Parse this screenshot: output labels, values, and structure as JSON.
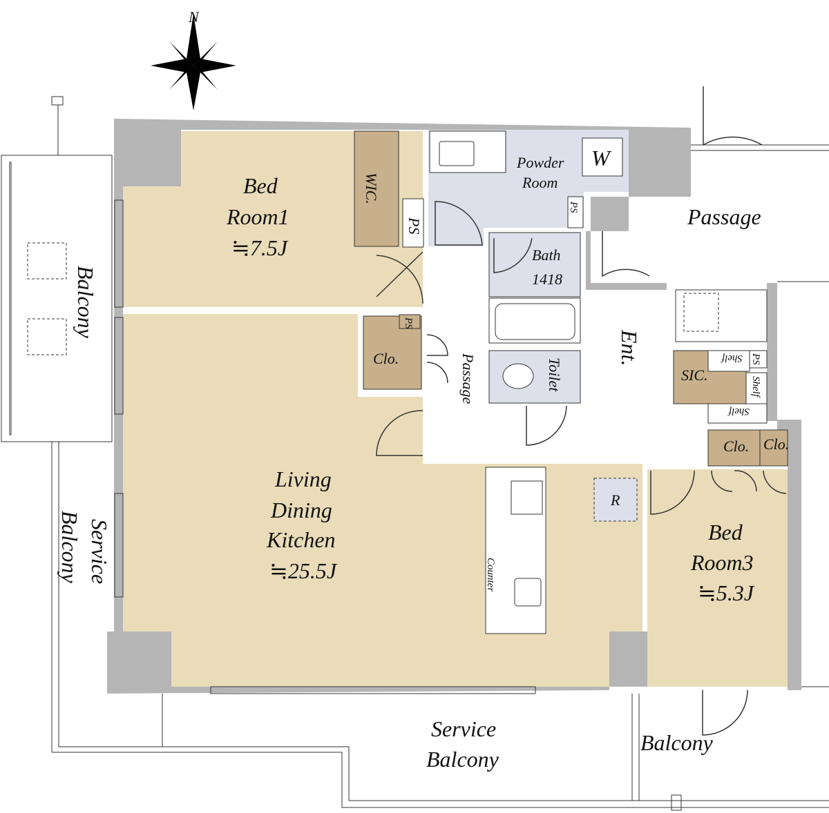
{
  "compass": {
    "label": "N"
  },
  "colors": {
    "room": "#eadcb9",
    "closet": "#c7b08b",
    "wet": "#dde0ea",
    "wall": "#b5b5b5"
  },
  "rooms": {
    "bedroom1": {
      "line1": "Bed",
      "line2": "Room1",
      "size": "≒7.5J"
    },
    "wic": "WIC.",
    "ps1": "PS",
    "ps2": "PS",
    "ps3": "PS",
    "ps4": "PS",
    "powder": {
      "line1": "Powder",
      "line2": "Room"
    },
    "washer": "W",
    "bath": {
      "line1": "Bath",
      "line2": "1418"
    },
    "toilet": "Toilet",
    "passage_inner": "Passage",
    "passage_outer": "Passage",
    "entrance": "Ent.",
    "closet1": "Clo.",
    "sic": "SIC.",
    "shelf1": "Shelf",
    "shelf2": "Shelf",
    "shelf3": "Shelf",
    "closet2": "Clo.",
    "closet3": "Clo.",
    "ldk": {
      "line1": "Living",
      "line2": "Dining",
      "line3": "Kitchen",
      "size": "≒25.5J"
    },
    "counter": "Counter",
    "fridge": "R",
    "bedroom3": {
      "line1": "Bed",
      "line2": "Room3",
      "size": "≒5.3J"
    },
    "balcony_west": "Balcony",
    "service_balcony_west": {
      "line1": "Service",
      "line2": "Balcony"
    },
    "service_balcony_south": {
      "line1": "Service",
      "line2": "Balcony"
    },
    "balcony_south": "Balcony"
  }
}
